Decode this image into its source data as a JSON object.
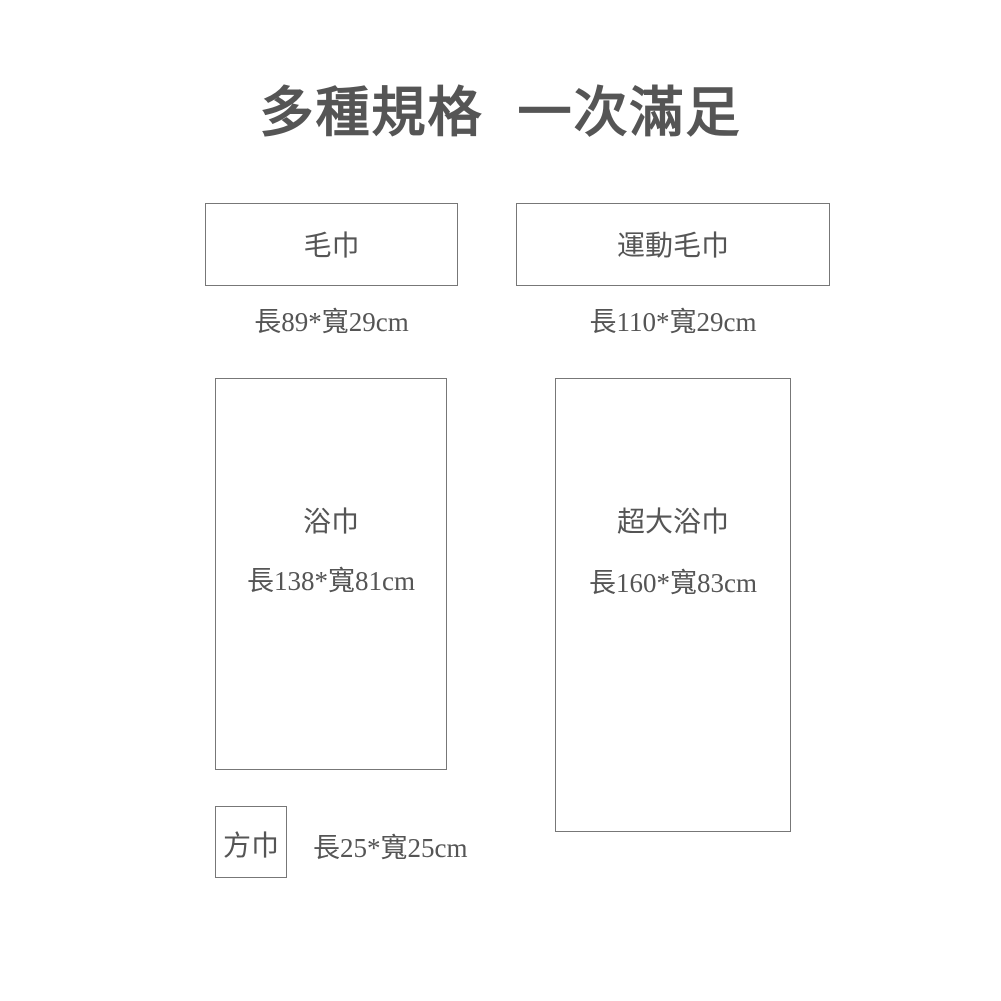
{
  "title": {
    "part1": "多種規格",
    "part2": "一次滿足"
  },
  "items": [
    {
      "name": "毛巾",
      "size": "長89*寬29cm",
      "length_cm": 89,
      "width_cm": 29
    },
    {
      "name": "運動毛巾",
      "size": "長110*寬29cm",
      "length_cm": 110,
      "width_cm": 29
    },
    {
      "name": "浴巾",
      "size": "長138*寬81cm",
      "length_cm": 138,
      "width_cm": 81
    },
    {
      "name": "超大浴巾",
      "size": "長160*寬83cm",
      "length_cm": 160,
      "width_cm": 83
    },
    {
      "name": "方巾",
      "size": "長25*寬25cm",
      "length_cm": 25,
      "width_cm": 25
    }
  ],
  "colors": {
    "text": "#555555",
    "border": "#777777",
    "background": "#ffffff"
  }
}
